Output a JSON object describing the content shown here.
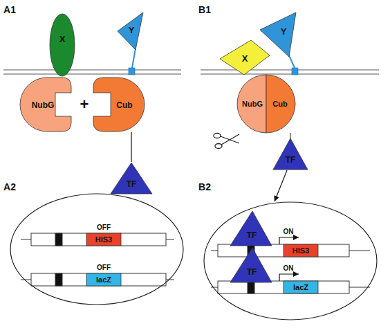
{
  "diagram": {
    "nodes": [
      {
        "text": [
          "X"
        ]
      },
      {
        "text": [
          "Y"
        ]
      },
      {
        "text": [
          "NubG"
        ]
      },
      {
        "text": [
          "Cub"
        ]
      },
      {
        "text": [
          "TF"
        ]
      },
      {
        "text": [
          "X"
        ]
      },
      {
        "text": [
          "Y"
        ]
      },
      {
        "text": [
          "NubG"
        ]
      },
      {
        "text": [
          "Cub"
        ]
      },
      {
        "text": [
          "TF"
        ]
      },
      {
        "text": [
          "A2"
        ]
      },
      {
        "text": [
          "HIS3"
        ],
        "in": 10
      },
      {
        "text": [
          "lacZ"
        ],
        "in": 10
      },
      {
        "text": [
          "B2"
        ]
      },
      {
        "text": [
          "TF"
        ],
        "in": 13
      },
      {
        "text": [
          "HIS3"
        ],
        "in": 13
      },
      {
        "text": [
          "TF"
        ],
        "in": 13
      },
      {
        "text": [
          "lacZ"
        ],
        "in": 13
      }
    ],
    "edges": [
      {
        "from": 3,
        "to": 4,
        "arrow": "none"
      },
      {
        "from": 9,
        "to": 13,
        "arrow": "to"
      }
    ],
    "labels": [
      "A1",
      "+",
      "B1",
      "OFF",
      "OFF",
      "ON",
      "ON"
    ]
  }
}
